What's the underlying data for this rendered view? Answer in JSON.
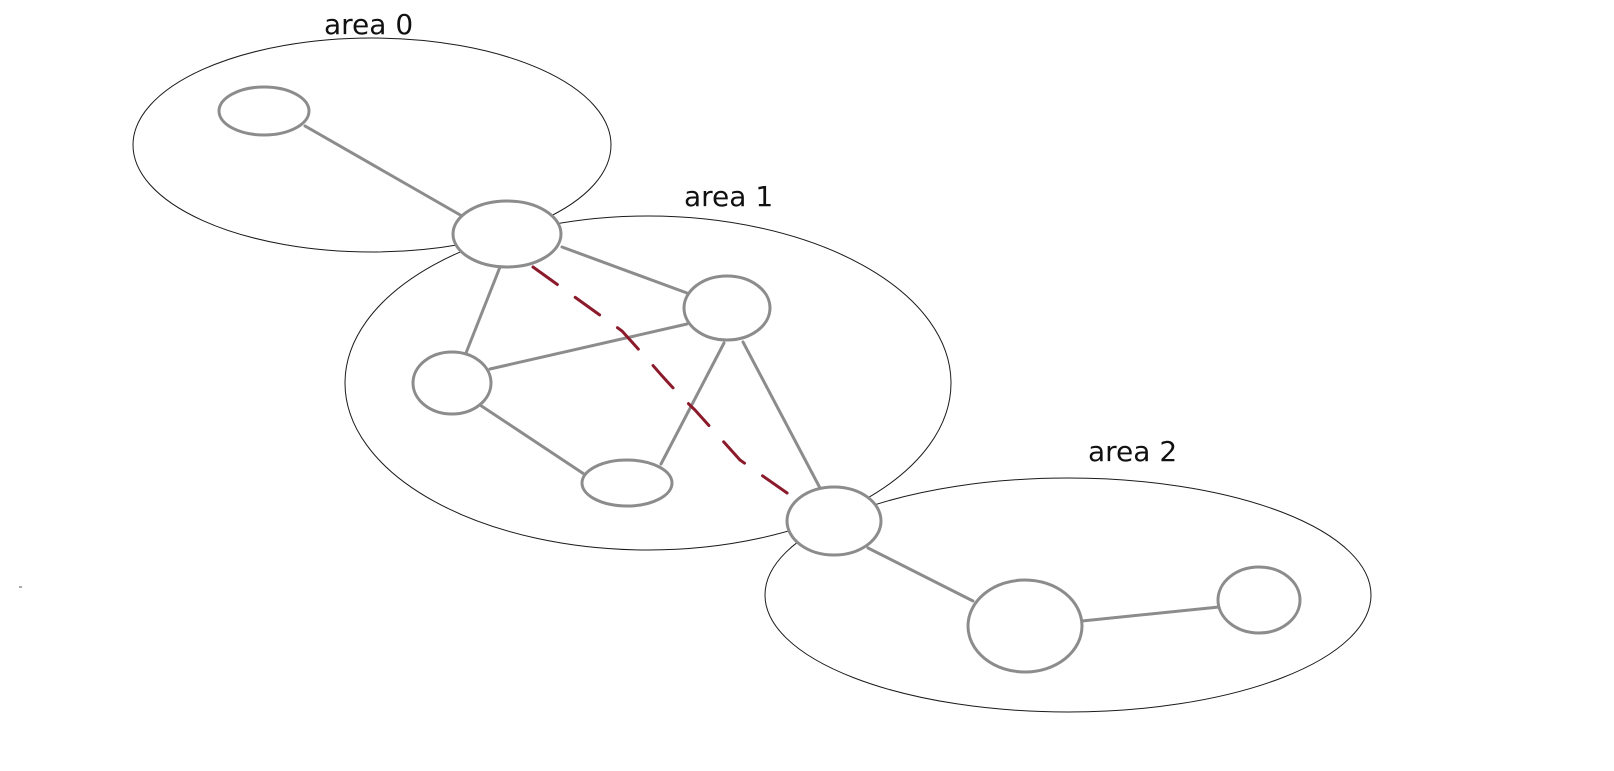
{
  "areas": {
    "area0": {
      "label": "area 0"
    },
    "area1": {
      "label": "area 1"
    },
    "area2": {
      "label": "area 2"
    }
  },
  "colors": {
    "area_outline": "#1a1a1a",
    "node_stroke": "#8c8c8c",
    "edge": "#8c8c8c",
    "virtual_link": "#8b1a2b",
    "background": "#ffffff"
  }
}
